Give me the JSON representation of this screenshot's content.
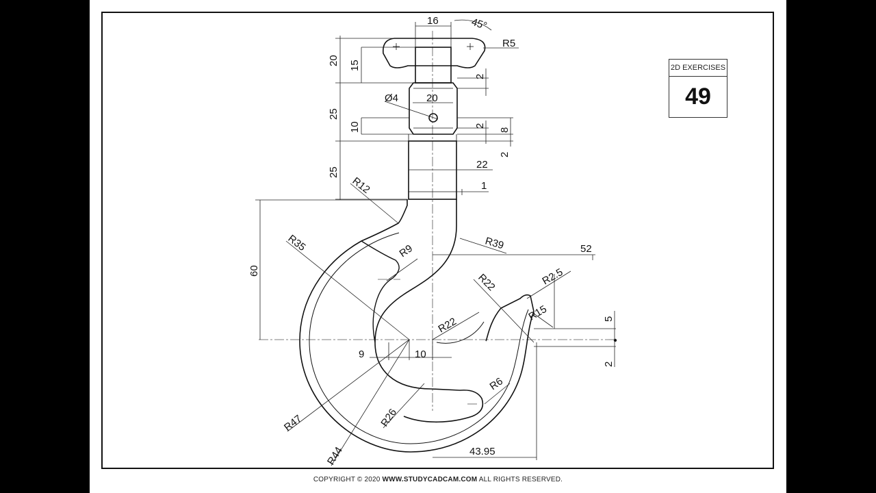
{
  "badge": {
    "header": "2D EXERCISES",
    "number": "49"
  },
  "footer": {
    "prefix": "COPYRIGHT © 2020",
    "site": "WWW.STUDYCADCAM.COM",
    "suffix": "ALL RIGHTS RESERVED."
  },
  "dimensions": {
    "d16": "16",
    "a45": "45°",
    "r5": "R5",
    "d20a": "20",
    "d15": "15",
    "d2a": "2",
    "d20b": "20",
    "dia4": "Ø4",
    "d25a": "25",
    "d10a": "10",
    "d2b": "2",
    "d8": "8",
    "d2c": "2",
    "d25b": "25",
    "d22": "22",
    "d1": "1",
    "r12": "R12",
    "r39": "R39",
    "d52": "52",
    "r35": "R35",
    "r9": "R9",
    "d60": "60",
    "r22a": "R22",
    "r25": "R2.5",
    "r15": "R15",
    "d5": "5",
    "r22b": "R22",
    "d9": "9",
    "d10b": "10",
    "d2d": "2",
    "r6": "R6",
    "r47": "R47",
    "r26": "R26",
    "r44": "R44",
    "d4395": "43.95"
  }
}
